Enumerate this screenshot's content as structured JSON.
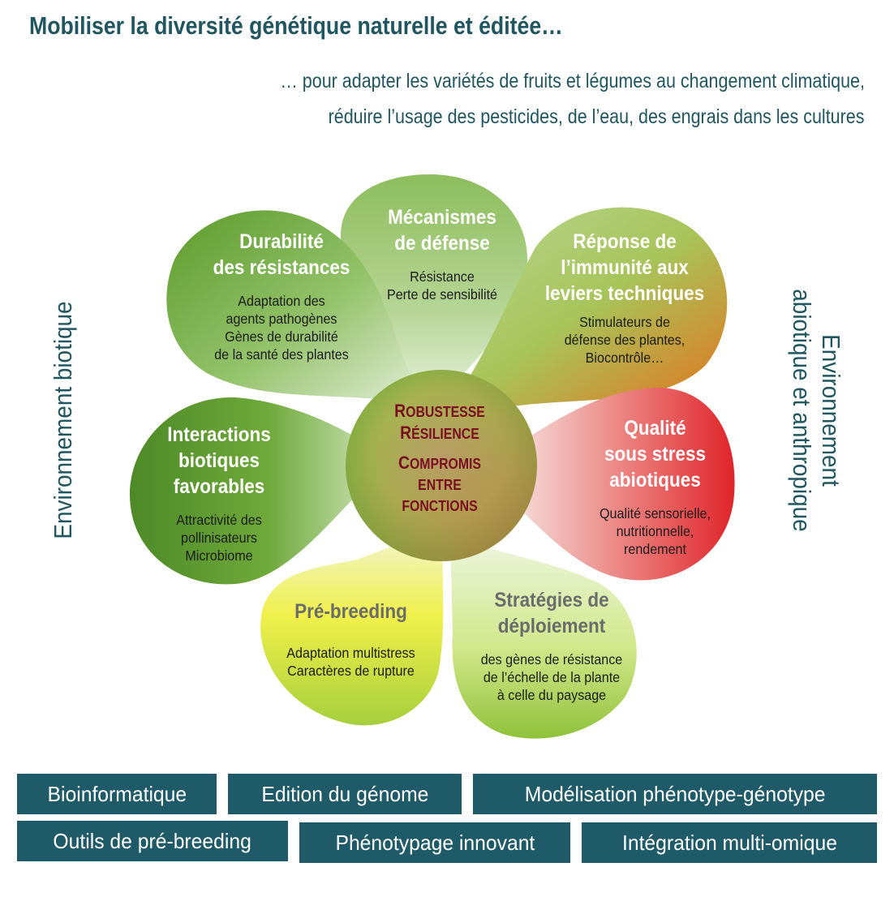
{
  "title": "Mobiliser la diversité génétique naturelle et éditée…",
  "subtitle": {
    "line1": "… pour adapter les variétés de fruits et légumes au changement climatique,",
    "line2": "réduire l’usage des pesticides, de l’eau, des engrais dans les cultures"
  },
  "side_labels": {
    "left": "Environnement biotique",
    "right_line1": "Environnement",
    "right_line2": "abiotique et anthropique"
  },
  "center": {
    "line1_cap": "R",
    "line1_rest": "OBUSTESSE",
    "line2_cap": "R",
    "line2_rest": "ÉSILIENCE",
    "line3_cap": "C",
    "line3_rest": "OMPROMIS",
    "line4": "ENTRE",
    "line5": "FONCTIONS"
  },
  "petals": {
    "durabilite": {
      "title1": "Durabilité",
      "title2": "des  résistances",
      "body": [
        "Adaptation des",
        "agents pathogènes",
        "Gènes de durabilité",
        "de la santé des plantes"
      ]
    },
    "mecanismes": {
      "title1": "Mécanismes",
      "title2": "de défense",
      "body": [
        "Résistance",
        "Perte de sensibilité"
      ]
    },
    "reponse": {
      "title1": "Réponse de",
      "title2": "l’immunité aux",
      "title3": "leviers techniques",
      "body": [
        "Stimulateurs de",
        "défense des plantes,",
        "Biocontrôle…"
      ]
    },
    "interactions": {
      "title1": "Interactions",
      "title2": "biotiques",
      "title3": "favorables",
      "body": [
        "Attractivité des",
        "pollinisateurs",
        "Microbiome"
      ]
    },
    "qualite": {
      "title1": "Qualité",
      "title2": "sous stress",
      "title3": "abiotiques",
      "body": [
        "Qualité sensorielle,",
        "nutritionnelle,",
        "rendement"
      ]
    },
    "prebreeding": {
      "title1": "Pré-breeding",
      "body": [
        "Adaptation multistress",
        "Caractères de rupture"
      ]
    },
    "strategies": {
      "title1": "Stratégies de",
      "title2": "déploiement",
      "body": [
        "des gènes de résistance",
        "de l’échelle de la plante",
        "à celle du paysage"
      ]
    }
  },
  "tools": [
    "Bioinformatique",
    "Edition du génome",
    "Modélisation phénotype-génotype",
    "Outils de pré-breeding",
    "Phénotypage innovant",
    "Intégration multi-omique"
  ],
  "colors": {
    "primary": "#1f5660",
    "chip": "#1e5a67",
    "center_text": "#7a0f1f"
  }
}
